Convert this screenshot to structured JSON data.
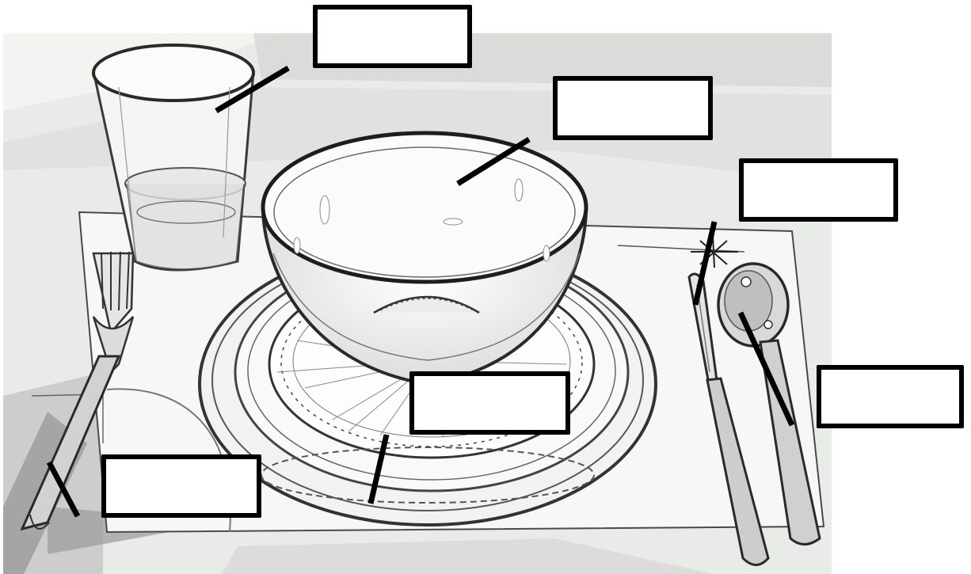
{
  "diagram": {
    "labels": [
      {
        "id": "glass",
        "text": ""
      },
      {
        "id": "bowl",
        "text": ""
      },
      {
        "id": "knife",
        "text": ""
      },
      {
        "id": "spoon",
        "text": ""
      },
      {
        "id": "plate",
        "text": ""
      },
      {
        "id": "fork",
        "text": ""
      }
    ]
  },
  "colors": {
    "ink": "#000000",
    "paper": "#ffffff",
    "sketch_gray": "#6a6a6a",
    "table_tint": "#e9ebe8"
  }
}
